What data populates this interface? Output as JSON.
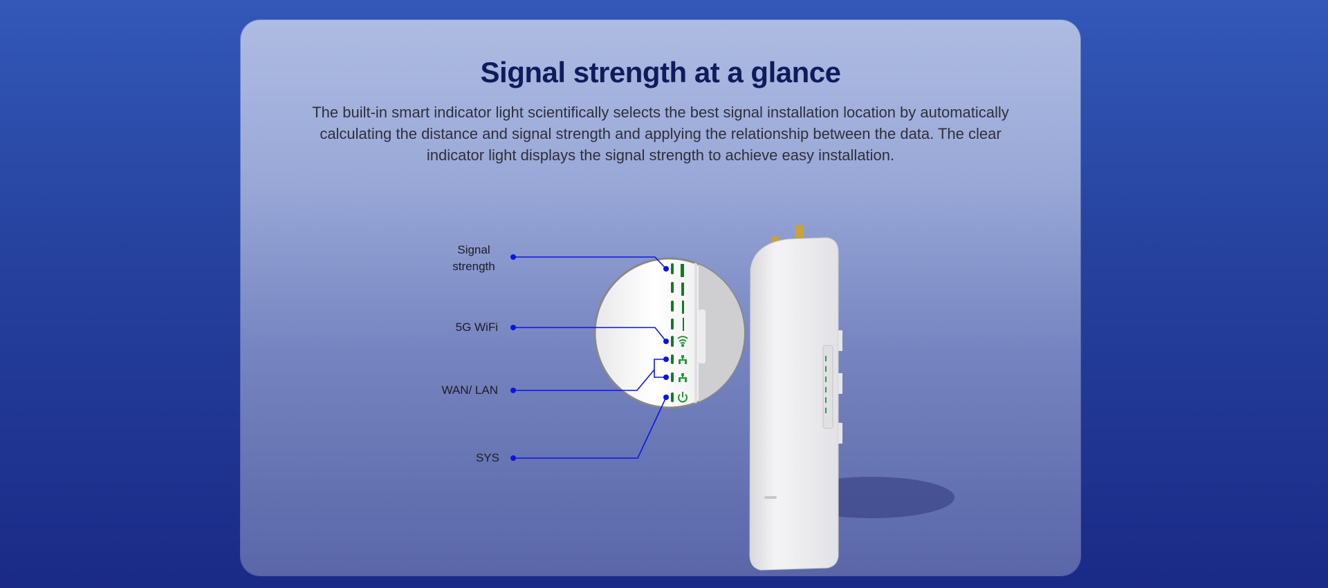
{
  "header": {
    "title": "Signal strength at a glance",
    "description": "The built-in smart indicator light scientifically selects the best signal installation location by automatically calculating the distance and signal strength and applying the relationship between the data. The clear indicator light displays the signal strength to achieve easy installation."
  },
  "callouts": {
    "signal_line1": "Signal",
    "signal_line2": "strength",
    "wifi": "5G WiFi",
    "wanlan": "WAN/ LAN",
    "sys": "SYS"
  },
  "colors": {
    "callout": "#0a14e6",
    "led": "#1a8a2a",
    "title": "#0f1b5c"
  }
}
